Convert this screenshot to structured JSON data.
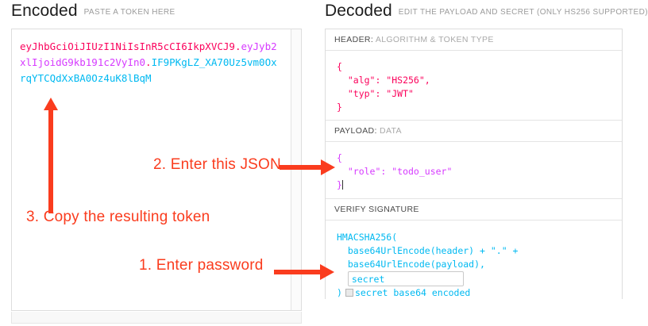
{
  "encoded": {
    "title": "Encoded",
    "subtitle": "PASTE A TOKEN HERE",
    "token": {
      "header_part": "eyJhbGciOiJIUzI1NiIsInR5cCI6IkpXVCJ9",
      "dot1": ".",
      "payload_part": "eyJyb2xlIjoidG9kb191c2VyIn0",
      "dot2": ".",
      "signature_part": "IF9PKgLZ_XA70Uz5vm0OxrqYTCQdXxBA0Oz4uK8lBqM",
      "full": "eyJhbGciOiJIUzI1NiIsInR5cCI6IkpXVCJ9.eyJyb2xlIjoidG9kb191c2VyIn0.IF9PKgLZ_XA70Uz5vm0OxrqYTCQdXxBA0Oz4uK8lBqM"
    },
    "colors": {
      "header": "#fb015b",
      "payload": "#d63aff",
      "signature": "#00b9f1"
    }
  },
  "decoded": {
    "title": "Decoded",
    "subtitle": "EDIT THE PAYLOAD AND SECRET (ONLY HS256 SUPPORTED)",
    "sections": {
      "header": {
        "label_strong": "HEADER:",
        "label_light": "ALGORITHM & TOKEN TYPE",
        "code": "{\n  \"alg\": \"HS256\",\n  \"typ\": \"JWT\"\n}"
      },
      "payload": {
        "label_strong": "PAYLOAD:",
        "label_light": "DATA",
        "code_open": "{",
        "code_body": "  \"role\": \"todo_user\"",
        "code_close": "}"
      },
      "signature": {
        "label_strong": "VERIFY SIGNATURE",
        "label_light": "",
        "line1": "HMACSHA256(",
        "line2": "  base64UrlEncode(header) + \".\" +",
        "line3": "  base64UrlEncode(payload),",
        "secret_value": "secret",
        "secret_placeholder": "secret",
        "close_paren": ")",
        "checkbox_label": "secret base64 encoded",
        "checkbox_checked": false
      }
    }
  },
  "annotations": {
    "step1": "1. Enter password",
    "step2": "2. Enter this JSON",
    "step3": "3. Copy the resulting token",
    "color": "#fa3c1e"
  }
}
